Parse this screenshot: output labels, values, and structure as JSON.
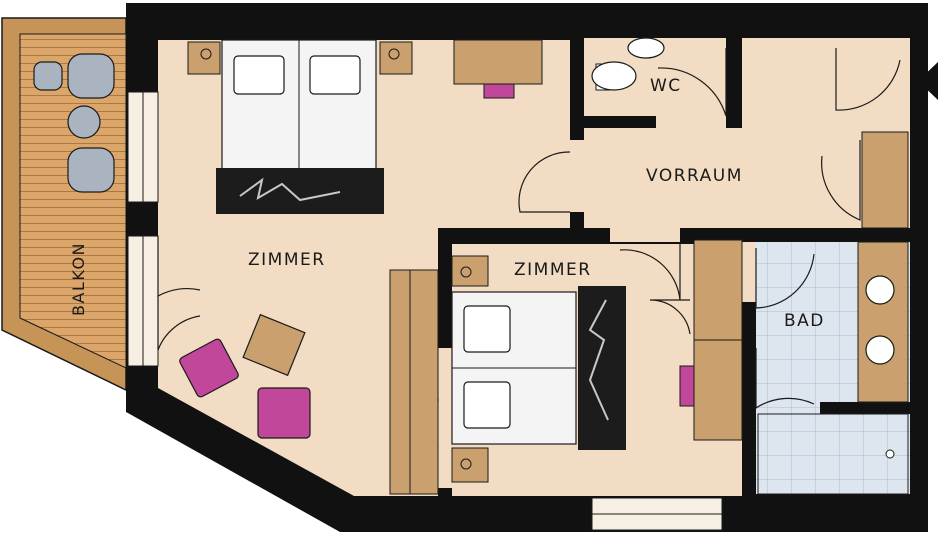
{
  "rooms": {
    "balcony": "BALKON",
    "wc": "WC",
    "hallway": "VORRAUM",
    "room_1": "ZIMMER",
    "room_2": "ZIMMER",
    "bathroom": "BAD"
  },
  "colors": {
    "floor": "#f2dcc3",
    "wall": "#111111",
    "balcony_deck": "#d9a66a",
    "furniture": "#c9a06e",
    "bed": "#f4f4f4",
    "blanket": "#1c1c1c",
    "armchair": "#c0479a",
    "tile": "#dde6ef",
    "chair_grey": "#a9b4c0"
  }
}
